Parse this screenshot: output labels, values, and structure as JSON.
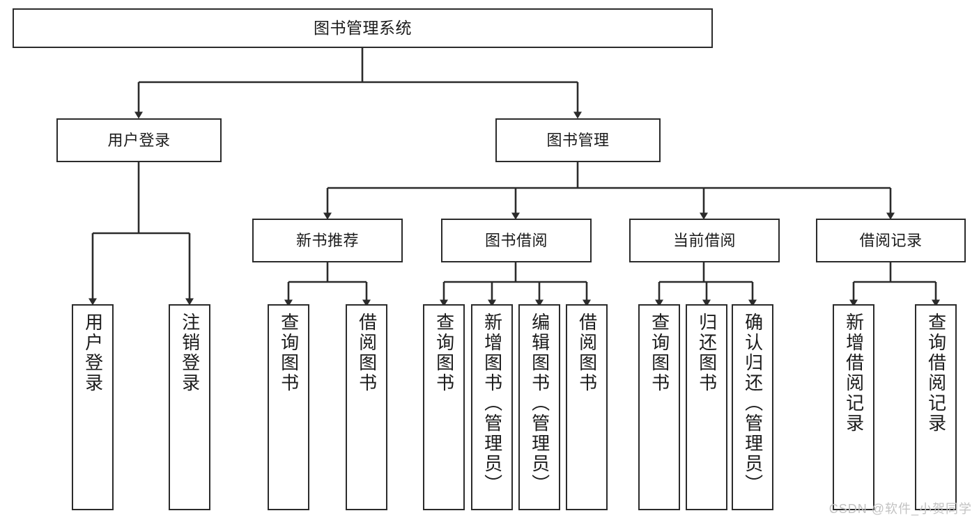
{
  "diagram": {
    "title": "图书管理系统",
    "watermark": "CSDN @软件_小贺同学",
    "line_color": "#2b2b2b",
    "box_fill": "#ffffff",
    "text_color": "#1b1b1b",
    "watermark_color": "#c2c2c2"
  },
  "nodes": {
    "root": {
      "label": "图书管理系统"
    },
    "level1": [
      {
        "id": "user-login",
        "label": "用户登录"
      },
      {
        "id": "book-manage",
        "label": "图书管理"
      }
    ],
    "level2": [
      {
        "id": "new-book-recommend",
        "label": "新书推荐"
      },
      {
        "id": "book-borrow",
        "label": "图书借阅"
      },
      {
        "id": "current-borrow",
        "label": "当前借阅"
      },
      {
        "id": "borrow-record",
        "label": "借阅记录"
      }
    ],
    "leaves": {
      "user_login": [
        {
          "id": "leaf-user-login",
          "label": "用户登录"
        },
        {
          "id": "leaf-logout-login",
          "label": "注销登录"
        }
      ],
      "new_book_recommend": [
        {
          "id": "leaf-query-book-1",
          "label": "查询图书"
        },
        {
          "id": "leaf-borrow-book-1",
          "label": "借阅图书"
        }
      ],
      "book_borrow": [
        {
          "id": "leaf-query-book-2",
          "label": "查询图书"
        },
        {
          "id": "leaf-add-book",
          "label": "新增图书（管理员）"
        },
        {
          "id": "leaf-edit-book",
          "label": "编辑图书（管理员）"
        },
        {
          "id": "leaf-borrow-book-2",
          "label": "借阅图书"
        }
      ],
      "current_borrow": [
        {
          "id": "leaf-query-book-3",
          "label": "查询图书"
        },
        {
          "id": "leaf-return-book",
          "label": "归还图书"
        },
        {
          "id": "leaf-confirm-return",
          "label": "确认归还（管理员）"
        }
      ],
      "borrow_record": [
        {
          "id": "leaf-add-record",
          "label": "新增借阅记录"
        },
        {
          "id": "leaf-query-record",
          "label": "查询借阅记录"
        }
      ]
    }
  }
}
